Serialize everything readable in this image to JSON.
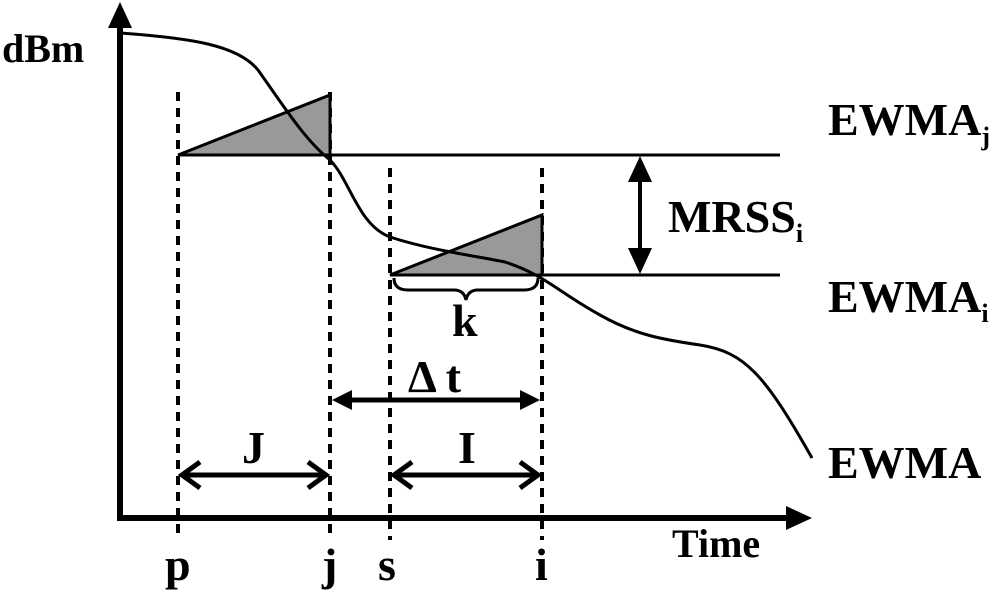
{
  "axes": {
    "y_label": "dBm",
    "x_label": "Time"
  },
  "labels": {
    "ewma_j": {
      "main": "EWMA",
      "sub": "j"
    },
    "ewma_i": {
      "main": "EWMA",
      "sub": "i"
    },
    "ewma": "EWMA",
    "mrss": {
      "main": "MRSS",
      "sub": "i"
    },
    "k": "k",
    "delta_t": "Δ t",
    "J": "J",
    "I": "I"
  },
  "ticks": {
    "p": "p",
    "j": "j",
    "s": "s",
    "i": "i"
  },
  "colors": {
    "stroke": "#000000",
    "shaded": "#999999"
  }
}
